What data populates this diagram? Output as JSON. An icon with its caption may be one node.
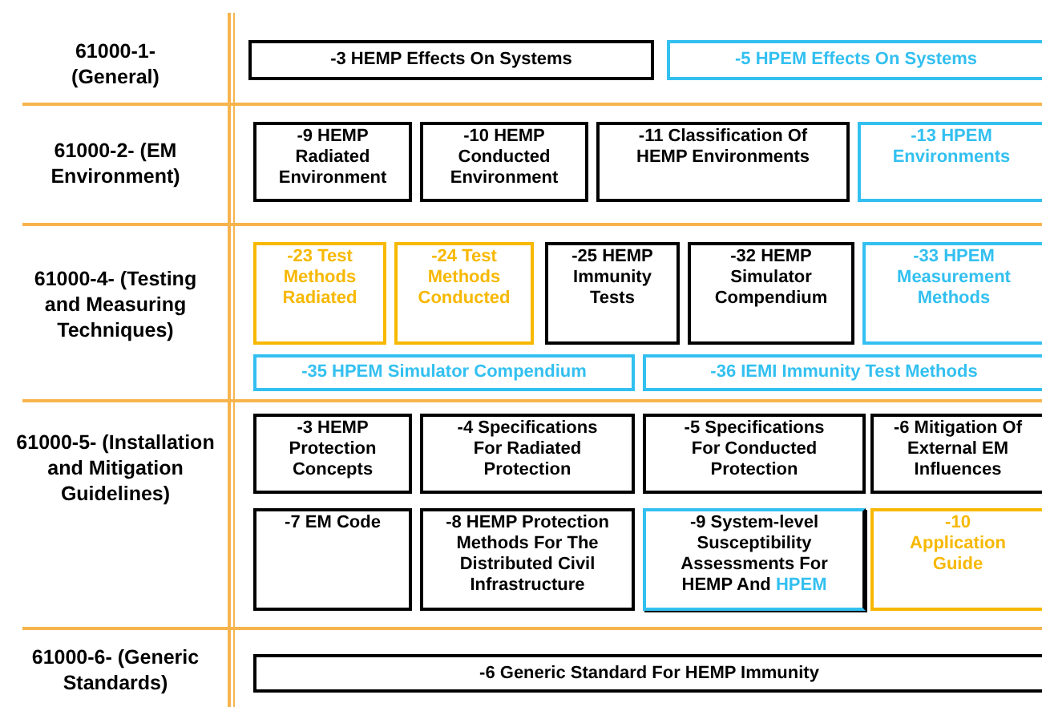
{
  "diagram": {
    "nodes": [
      {
        "text": [
          "-3  HEMP Effects On Systems"
        ]
      },
      {
        "text": [
          "-5 HPEM Effects On Systems"
        ]
      },
      {
        "text": [
          "-9 HEMP Radiated Environment"
        ]
      },
      {
        "text": [
          "-10 HEMP Conducted Environment"
        ]
      },
      {
        "text": [
          "-11 Classification Of HEMP Environments"
        ]
      },
      {
        "text": [
          "-13 HPEM Environments"
        ]
      },
      {
        "text": [
          "-23 Test Methods Radiated"
        ]
      },
      {
        "text": [
          "-24 Test Methods Conducted"
        ]
      },
      {
        "text": [
          "-25 HEMP Immunity Tests"
        ]
      },
      {
        "text": [
          "-32 HEMP Simulator Compendium"
        ]
      },
      {
        "text": [
          "-33 HPEM Measurement Methods"
        ]
      },
      {
        "text": [
          "-35 HPEM Simulator Compendium"
        ]
      },
      {
        "text": [
          "-36 IEMI Immunity  Test Methods"
        ]
      },
      {
        "text": [
          "-3  HEMP Protection Concepts"
        ]
      },
      {
        "text": [
          "-4  Specifications For Radiated Protection"
        ]
      },
      {
        "text": [
          "-5  Specifications For Conducted Protection"
        ]
      },
      {
        "text": [
          "-6  Mitigation Of External EM Influences"
        ]
      },
      {
        "text": [
          "-7  EM Code"
        ]
      },
      {
        "text": [
          "-8 HEMP Protection Methods For The Distributed Civil Infrastructure"
        ]
      },
      {
        "text": [
          "-9 System-level Susceptibility Assessments For HEMP And",
          "HPEM"
        ]
      },
      {
        "text": [
          "-10 Application Guide"
        ]
      },
      {
        "text": [
          "-6  Generic Standard For HEMP Immunity"
        ]
      }
    ],
    "labels": [
      "61000-1- (General)",
      "61000-2- (EM Environment)",
      "61000-4- (Testing and Measuring Techniques)",
      "61000-5- (Installation  and Mitigation Guidelines)",
      "61000-6- (Generic  Standards)"
    ]
  }
}
